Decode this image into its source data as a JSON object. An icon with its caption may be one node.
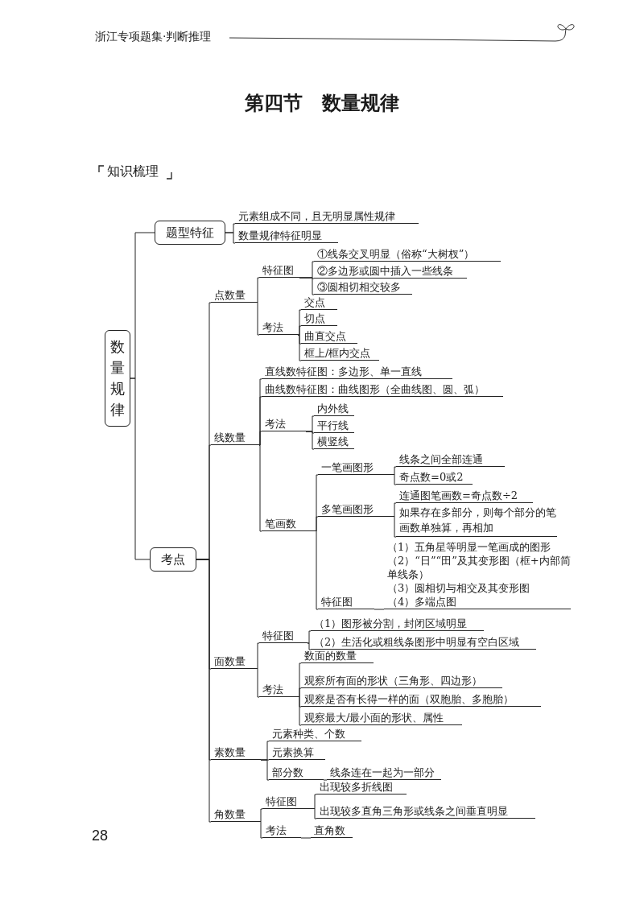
{
  "diagram": {
    "title": "第四节　数量规律",
    "nodes": [
      {
        "text": [
          "数量规律"
        ]
      },
      {
        "text": [
          "题型特征"
        ]
      },
      {
        "text": [
          "元素组成不同，且无明显属性规律"
        ]
      },
      {
        "text": [
          "数量规律特征明显"
        ]
      },
      {
        "text": [
          "考点"
        ]
      },
      {
        "text": [
          "点数量"
        ]
      },
      {
        "text": [
          "特征图"
        ]
      },
      {
        "text": [
          "①线条交叉明显（俗称“大树杈”）"
        ]
      },
      {
        "text": [
          "②多边形或圆中插入一些线条"
        ]
      },
      {
        "text": [
          "③圆相切相交较多"
        ]
      },
      {
        "text": [
          "考法"
        ]
      },
      {
        "text": [
          "交点"
        ]
      },
      {
        "text": [
          "切点"
        ]
      },
      {
        "text": [
          "曲直交点"
        ]
      },
      {
        "text": [
          "框上/框内交点"
        ]
      },
      {
        "text": [
          "线数量"
        ]
      },
      {
        "text": [
          "直线数特征图：多边形、单一直线"
        ]
      },
      {
        "text": [
          "曲线数特征图：曲线图形（全曲线图、圆、弧）"
        ]
      },
      {
        "text": [
          "考法"
        ]
      },
      {
        "text": [
          "内外线"
        ]
      },
      {
        "text": [
          "平行线"
        ]
      },
      {
        "text": [
          "横竖线"
        ]
      },
      {
        "text": [
          "笔画数"
        ]
      },
      {
        "text": [
          "一笔画图形"
        ]
      },
      {
        "text": [
          "线条之间全部连通"
        ]
      },
      {
        "text": [
          "奇点数=0或2"
        ]
      },
      {
        "text": [
          "多笔画图形"
        ]
      },
      {
        "text": [
          "连通图笔画数=奇点数÷2"
        ]
      },
      {
        "text": [
          "如果存在多部分，则每个部分的笔画数单独算，再相加"
        ]
      },
      {
        "text": [
          "特征图"
        ]
      },
      {
        "text": [
          "（1）五角星等明显一笔画成的图形",
          "（2）“日”“田”及其变形图（框+内部简单线条）",
          "（3）圆相切与相交及其变形图",
          "（4）多端点图"
        ]
      },
      {
        "text": [
          "面数量"
        ]
      },
      {
        "text": [
          "特征图"
        ]
      },
      {
        "text": [
          "（1）图形被分割，封闭区域明显"
        ]
      },
      {
        "text": [
          "（2）生活化或粗线条图形中明显有空白区域"
        ]
      },
      {
        "text": [
          "考法"
        ]
      },
      {
        "text": [
          "数面的数量"
        ]
      },
      {
        "text": [
          "观察所有面的形状（三角形、四边形）"
        ]
      },
      {
        "text": [
          "观察是否有长得一样的面（双胞胎、多胞胎）"
        ]
      },
      {
        "text": [
          "观察最大/最小面的形状、属性"
        ]
      },
      {
        "text": [
          "素数量"
        ]
      },
      {
        "text": [
          "元素种类、个数"
        ]
      },
      {
        "text": [
          "元素换算"
        ]
      },
      {
        "text": [
          "部分数"
        ]
      },
      {
        "text": [
          "线条连在一起为一部分"
        ]
      },
      {
        "text": [
          "角数量"
        ]
      },
      {
        "text": [
          "特征图"
        ]
      },
      {
        "text": [
          "出现较多折线图"
        ]
      },
      {
        "text": [
          "出现较多直角三角形或线条之间垂直明显"
        ]
      },
      {
        "text": [
          "考法"
        ]
      },
      {
        "text": [
          "直角数"
        ]
      }
    ],
    "edges": [
      {
        "from": 0,
        "to": 1,
        "arrow": "none"
      },
      {
        "from": 0,
        "to": 4,
        "arrow": "none"
      },
      {
        "from": 1,
        "to": 2,
        "arrow": "none"
      },
      {
        "from": 1,
        "to": 3,
        "arrow": "none"
      },
      {
        "from": 4,
        "to": 5,
        "arrow": "none"
      },
      {
        "from": 4,
        "to": 15,
        "arrow": "none"
      },
      {
        "from": 4,
        "to": 31,
        "arrow": "none"
      },
      {
        "from": 4,
        "to": 40,
        "arrow": "none"
      },
      {
        "from": 4,
        "to": 45,
        "arrow": "none"
      },
      {
        "from": 5,
        "to": 6,
        "arrow": "none"
      },
      {
        "from": 5,
        "to": 10,
        "arrow": "none"
      },
      {
        "from": 6,
        "to": 7,
        "arrow": "none"
      },
      {
        "from": 6,
        "to": 8,
        "arrow": "none"
      },
      {
        "from": 6,
        "to": 9,
        "arrow": "none"
      },
      {
        "from": 10,
        "to": 11,
        "arrow": "none"
      },
      {
        "from": 10,
        "to": 12,
        "arrow": "none"
      },
      {
        "from": 10,
        "to": 13,
        "arrow": "none"
      },
      {
        "from": 10,
        "to": 14,
        "arrow": "none"
      },
      {
        "from": 15,
        "to": 16,
        "arrow": "none"
      },
      {
        "from": 15,
        "to": 17,
        "arrow": "none"
      },
      {
        "from": 15,
        "to": 18,
        "arrow": "none"
      },
      {
        "from": 15,
        "to": 22,
        "arrow": "none"
      },
      {
        "from": 18,
        "to": 19,
        "arrow": "none"
      },
      {
        "from": 18,
        "to": 20,
        "arrow": "none"
      },
      {
        "from": 18,
        "to": 21,
        "arrow": "none"
      },
      {
        "from": 22,
        "to": 23,
        "arrow": "none"
      },
      {
        "from": 22,
        "to": 26,
        "arrow": "none"
      },
      {
        "from": 22,
        "to": 29,
        "arrow": "none"
      },
      {
        "from": 23,
        "to": 24,
        "arrow": "none"
      },
      {
        "from": 23,
        "to": 25,
        "arrow": "none"
      },
      {
        "from": 26,
        "to": 27,
        "arrow": "none"
      },
      {
        "from": 26,
        "to": 28,
        "arrow": "none"
      },
      {
        "from": 29,
        "to": 30,
        "arrow": "none"
      },
      {
        "from": 31,
        "to": 32,
        "arrow": "none"
      },
      {
        "from": 31,
        "to": 35,
        "arrow": "none"
      },
      {
        "from": 32,
        "to": 33,
        "arrow": "none"
      },
      {
        "from": 32,
        "to": 34,
        "arrow": "none"
      },
      {
        "from": 35,
        "to": 36,
        "arrow": "none"
      },
      {
        "from": 35,
        "to": 37,
        "arrow": "none"
      },
      {
        "from": 35,
        "to": 38,
        "arrow": "none"
      },
      {
        "from": 35,
        "to": 39,
        "arrow": "none"
      },
      {
        "from": 40,
        "to": 41,
        "arrow": "none"
      },
      {
        "from": 40,
        "to": 42,
        "arrow": "none"
      },
      {
        "from": 40,
        "to": 43,
        "arrow": "none"
      },
      {
        "from": 43,
        "to": 44,
        "arrow": "none"
      },
      {
        "from": 45,
        "to": 46,
        "arrow": "none"
      },
      {
        "from": 45,
        "to": 49,
        "arrow": "none"
      },
      {
        "from": 46,
        "to": 47,
        "arrow": "none"
      },
      {
        "from": 46,
        "to": 48,
        "arrow": "none"
      },
      {
        "from": 49,
        "to": 50,
        "arrow": "none"
      }
    ],
    "labels": [
      "浙江专项题集·判断推理",
      "知识梳理",
      "28"
    ]
  }
}
